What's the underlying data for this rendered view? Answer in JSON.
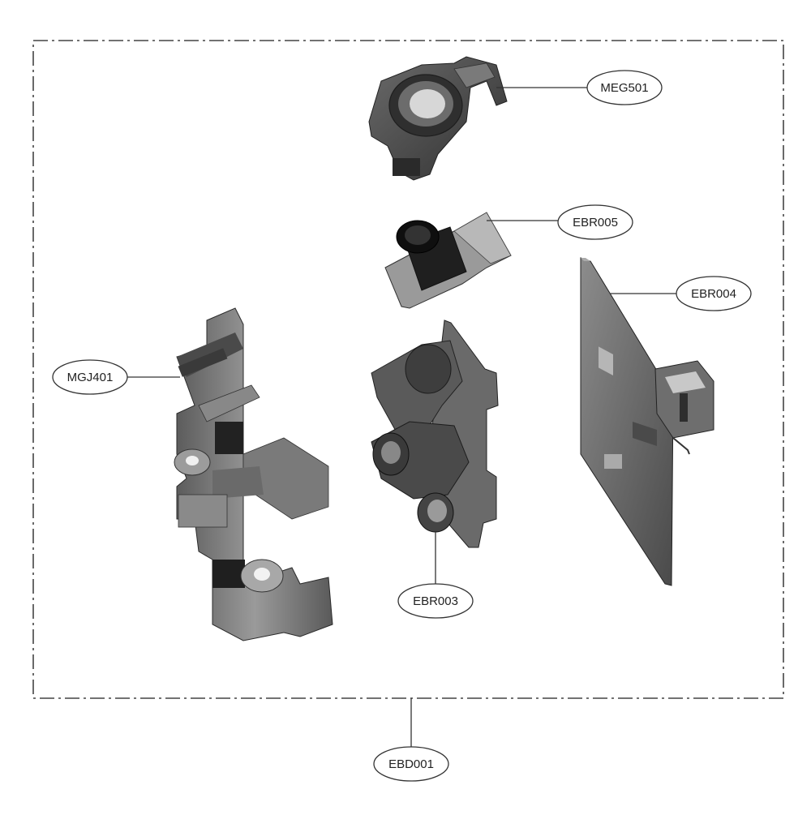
{
  "colors": {
    "part_dark": "#3b3b3b",
    "part_mid": "#555555",
    "part_light": "#8a8a8a",
    "part_highlight": "#b4b4b4",
    "line": "#333333",
    "boundary": "#444444"
  },
  "labels": {
    "meg501": "MEG501",
    "ebr005": "EBR005",
    "ebr004": "EBR004",
    "mgj401": "MGJ401",
    "ebr003": "EBR003",
    "ebd001": "EBD001"
  }
}
